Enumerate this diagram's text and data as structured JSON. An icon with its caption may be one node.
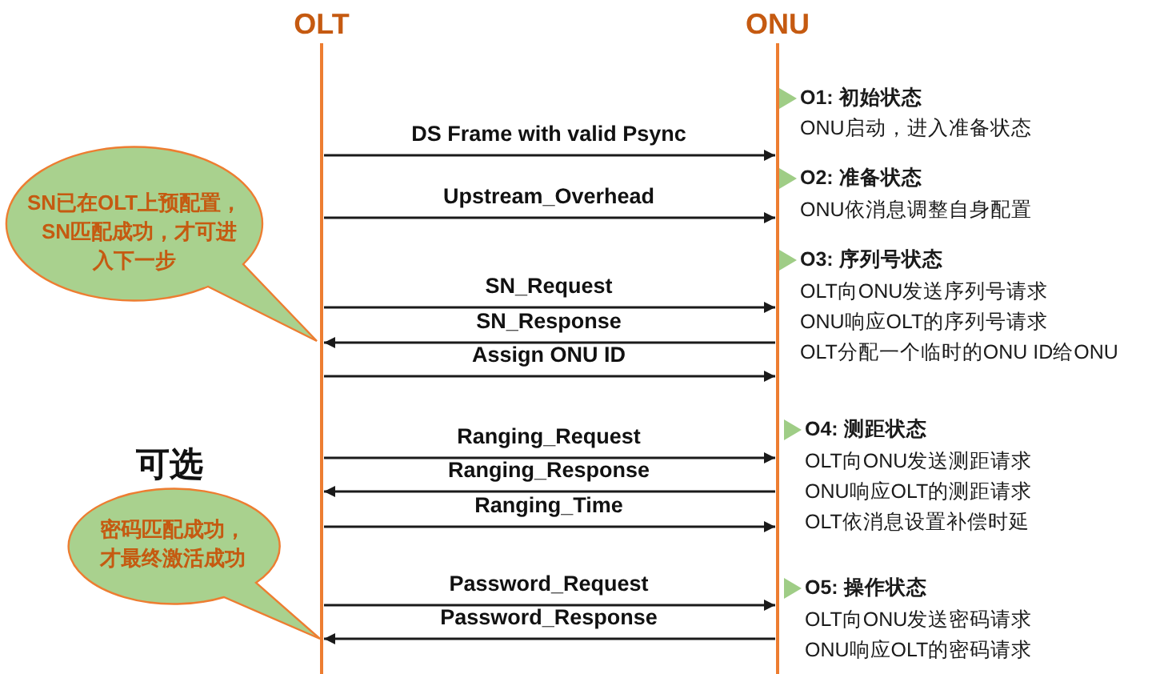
{
  "diagram": {
    "nodes": [
      {
        "text": [
          "OLT"
        ]
      },
      {
        "text": [
          "ONU"
        ]
      },
      {
        "text": [
          "SN已在OLT上预配置，SN匹配成功，才可进入下一步"
        ]
      },
      {
        "text": [
          "可选",
          "密码匹配成功，才最终激活成功"
        ]
      }
    ],
    "edges": [
      {
        "from": 0,
        "to": 1,
        "arrow": "to",
        "label": "DS Frame with valid Psync"
      },
      {
        "from": 0,
        "to": 1,
        "arrow": "to",
        "label": "Upstream_Overhead"
      },
      {
        "from": 0,
        "to": 1,
        "arrow": "to",
        "label": "SN_Request"
      },
      {
        "from": 1,
        "to": 0,
        "arrow": "to",
        "label": "SN_Response"
      },
      {
        "from": 0,
        "to": 1,
        "arrow": "to",
        "label": "Assign ONU ID"
      },
      {
        "from": 0,
        "to": 1,
        "arrow": "to",
        "label": "Ranging_Request"
      },
      {
        "from": 1,
        "to": 0,
        "arrow": "to",
        "label": "Ranging_Response"
      },
      {
        "from": 0,
        "to": 1,
        "arrow": "to",
        "label": "Ranging_Time"
      },
      {
        "from": 0,
        "to": 1,
        "arrow": "to",
        "label": "Password_Request"
      },
      {
        "from": 1,
        "to": 0,
        "arrow": "to",
        "label": "Password_Response"
      }
    ],
    "labels": [
      "O1: 初始状态",
      "ONU启动，进入准备状态",
      "O2: 准备状态",
      "ONU依消息调整自身配置",
      "O3: 序列号状态",
      "OLT向ONU发送序列号请求",
      "ONU响应OLT的序列号请求",
      "OLT分配一个临时的ONU ID给ONU",
      "O4: 测距状态",
      "OLT向ONU发送测距请求",
      "ONU响应OLT的测距请求",
      "OLT依消息设置补偿时延",
      "O5: 操作状态",
      "OLT向ONU发送密码请求",
      "ONU响应OLT的密码请求"
    ]
  }
}
